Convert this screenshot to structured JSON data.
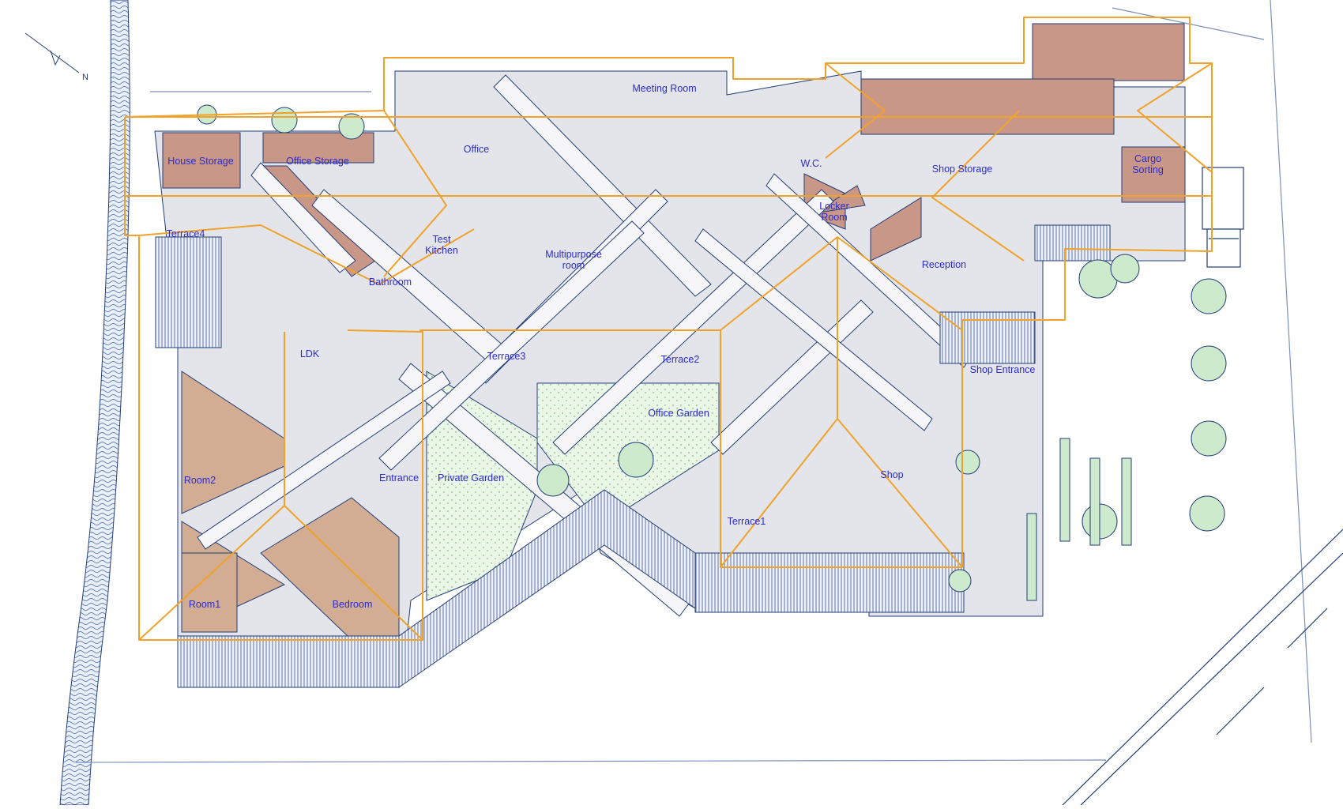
{
  "diagram": {
    "north_label": "N",
    "rooms": {
      "house_storage": "House Storage",
      "office_storage": "Office Storage",
      "office": "Office",
      "meeting_room": "Meeting Room",
      "wc": "W.C.",
      "shop_storage": "Shop Storage",
      "cargo_sorting": "Cargo\nSorting",
      "locker_room": "Locker\nRoom",
      "terrace4": "Terrace4",
      "test_kitchen": "Test\nKitchen",
      "multipurpose_room": "Multipurpose\nroom",
      "reception": "Reception",
      "bathroom": "Bathroom",
      "ldk": "LDK",
      "terrace3": "Terrace3",
      "terrace2": "Terrace2",
      "shop_entrance": "Shop Entrance",
      "office_garden": "Office Garden",
      "room2": "Room2",
      "entrance": "Entrance",
      "private_garden": "Private Garden",
      "shop": "Shop",
      "terrace1": "Terrace1",
      "room1": "Room1",
      "bedroom": "Bedroom"
    },
    "colors": {
      "label_text": "#2b2bd0",
      "line_ink": "#223e78",
      "orange_outline": "#f0a22a",
      "storage_fill": "#c99787",
      "bedroom_fill": "#d3ad93",
      "floor_fill": "#e4e5ea",
      "garden_fill": "#e8f5e2",
      "wall_fill": "#f6f6f8",
      "river_fill": "#dde6f4",
      "tree_fill": "#cdeacd"
    }
  }
}
